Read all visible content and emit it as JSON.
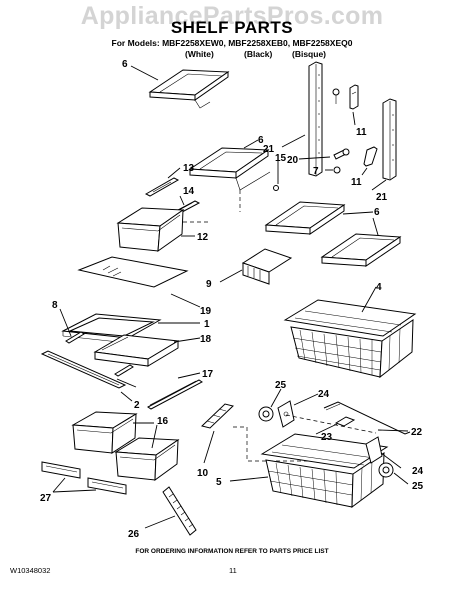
{
  "watermark": "AppliancePartsPros.com",
  "title": "SHELF PARTS",
  "models_line": "For Models: MBF2258XEW0, MBF2258XEB0, MBF2258XEQ0",
  "colors": [
    "(White)",
    "(Black)",
    "(Bisque)"
  ],
  "footer_note": "FOR ORDERING INFORMATION REFER TO PARTS PRICE LIST",
  "doc_number": "W10348032",
  "page_number": "11",
  "part_callouts": [
    "6",
    "13",
    "14",
    "12",
    "19",
    "8",
    "1",
    "18",
    "2",
    "17",
    "16",
    "27",
    "26",
    "6",
    "21",
    "15",
    "11",
    "20",
    "7",
    "11",
    "21",
    "6",
    "6",
    "9",
    "4",
    "25",
    "24",
    "22",
    "10",
    "23",
    "5",
    "24",
    "25"
  ]
}
